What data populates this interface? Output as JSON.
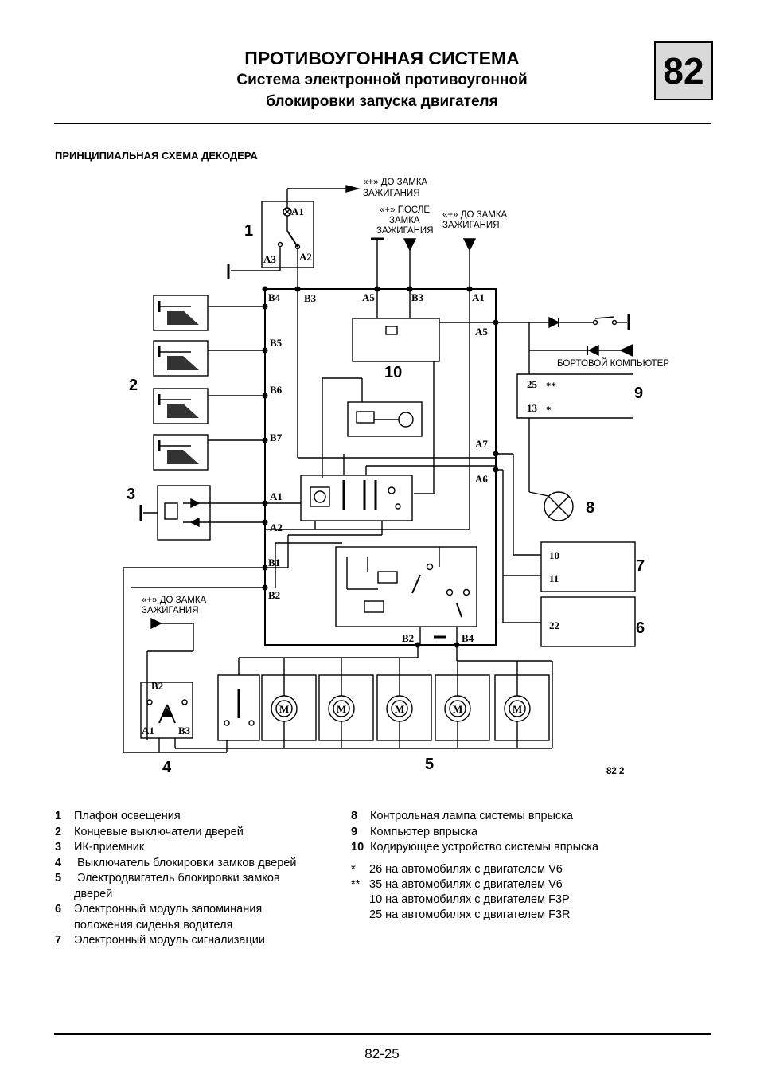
{
  "header": {
    "title": "ПРОТИВОУГОННАЯ СИСТЕМА",
    "subtitle_line1": "Система электронной противоугонной",
    "subtitle_line2": "блокировки запуска двигателя",
    "chapter": "82"
  },
  "section_title": "ПРИНЦИПИАЛЬНАЯ СХЕМА ДЕКОДЕРА",
  "diagram": {
    "supply_ignition_1": "«+» ДО ЗАМКА",
    "supply_ignition_2": "ЗАЖИГАНИЯ",
    "after_lock_1": "«+» ПОСЛЕ",
    "after_lock_2": "ЗАМКА",
    "after_lock_3": "ЗАЖИГАНИЯ",
    "onboard_computer": "БОРТОВОЙ КОМПЬЮТЕР",
    "figure_code": "82 2",
    "pins": {
      "A1": "A1",
      "A2": "A2",
      "A3": "A3",
      "A5": "A5",
      "A6": "A6",
      "A7": "A7",
      "B1": "B1",
      "B2": "B2",
      "B3": "B3",
      "B4": "B4",
      "B5": "B5",
      "B6": "B6",
      "B7": "B7"
    },
    "components": {
      "c1": "1",
      "c2": "2",
      "c3": "3",
      "c4": "4",
      "c5": "5",
      "c6": "6",
      "c7": "7",
      "c8": "8",
      "c9": "9",
      "c10": "10"
    },
    "terminals": {
      "t25": "25",
      "t13": "13",
      "t10": "10",
      "t11": "11",
      "t22": "22",
      "star2": "**",
      "star1": "*",
      "motor": "M"
    }
  },
  "legend_left": [
    {
      "num": "1",
      "text": "Плафон освещения"
    },
    {
      "num": "2",
      "text": "Концевые выключатели дверей"
    },
    {
      "num": "3",
      "text": "ИК-приемник"
    },
    {
      "num": "4",
      "text": " Выключатель блокировки замков дверей"
    },
    {
      "num": "5",
      "text": " Электродвигатель блокировки замков дверей"
    },
    {
      "num": "6",
      "text": "Электронный модуль запоминания положения сиденья водителя"
    },
    {
      "num": "7",
      "text": "Электронный модуль сигнализации"
    }
  ],
  "legend_right": [
    {
      "num": "8",
      "text": "Контрольная лампа системы впрыска"
    },
    {
      "num": "9",
      "text": "Компьютер впрыска"
    },
    {
      "num": "10",
      "text": "Кодирующее устройство системы впрыска"
    }
  ],
  "notes": [
    {
      "mark": "*",
      "text": "26 на автомобилях с двигателем V6"
    },
    {
      "mark": "**",
      "text": "35 на автомобилях с двигателем V6"
    },
    {
      "mark": "",
      "text": "10 на автомобилях с двигателем F3P"
    },
    {
      "mark": "",
      "text": "25 на автомобилях с двигателем F3R"
    }
  ],
  "page_number": "82-25"
}
